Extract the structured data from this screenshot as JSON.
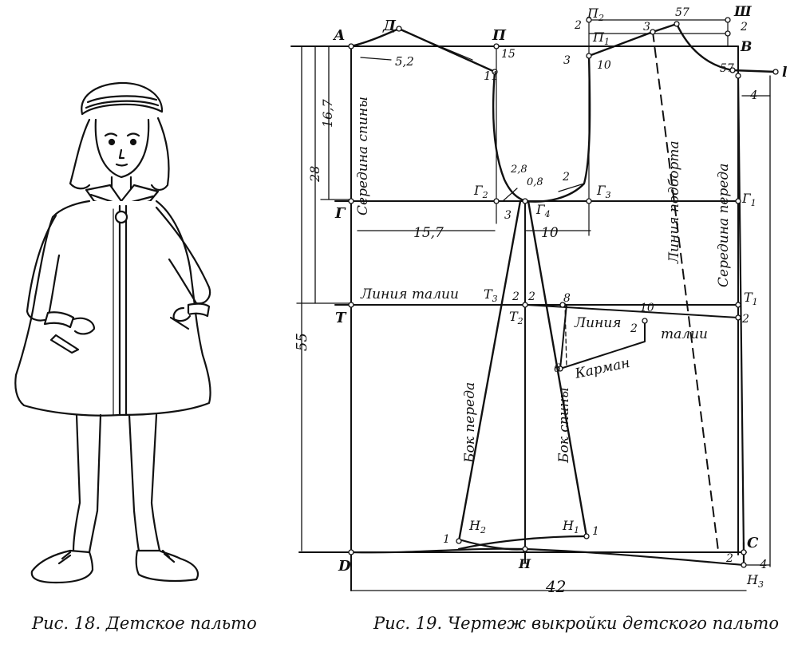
{
  "captions": {
    "fig18": "Рис. 18. Детское пальто",
    "fig19": "Рис. 19. Чертеж выкройки детского пальто"
  },
  "labels": {
    "A": "А",
    "D_top": "Д",
    "P": "П",
    "P2": "П",
    "P2_sub": "2",
    "P1": "П",
    "P1_sub": "1",
    "Sh": "Ш",
    "B": "В",
    "G": "Г",
    "G1": "Г",
    "G1_sub": "1",
    "G2": "Г",
    "G2_sub": "2",
    "G3": "Г",
    "G3_sub": "3",
    "G4": "Г",
    "G4_sub": "4",
    "T": "Т",
    "T1": "Т",
    "T1_sub": "1",
    "T2": "Т",
    "T2_sub": "2",
    "T3": "Т",
    "T3_sub": "3",
    "D": "D",
    "H": "Н",
    "H1": "Н",
    "H1_sub": "1",
    "H2": "Н",
    "H2_sub": "2",
    "H3": "Н",
    "H3_sub": "3",
    "C": "С",
    "l": "l"
  },
  "text": {
    "back_center": "Середина спины",
    "front_center": "Середина переда",
    "waist_line": "Линия талии",
    "line_facing": "Линия подборта",
    "side_front": "Бок переда",
    "side_back": "Бок спины",
    "pocket_line": "Линия",
    "pocket_talii": "талии",
    "pocket": "Карман"
  },
  "measures": {
    "m16_7": "16,7",
    "m28": "28",
    "m55": "55",
    "m15_7": "15,7",
    "m10": "10",
    "m42": "42",
    "m4a": "4",
    "m4b": "4",
    "m52": "5,2",
    "m11": "11",
    "m15": "15",
    "m3a": "3",
    "m2a": "2",
    "m3b": "3",
    "m10b": "10",
    "m57a": "57",
    "m2b": "2",
    "m57b": "57",
    "m2_8": "2,8",
    "m0_8": "0,8",
    "m2c": "2",
    "m3c": "3",
    "m2d": "2",
    "m2e": "2",
    "m8": "8",
    "m10c": "10",
    "m2f": "2",
    "m2g": "2",
    "m6": "6",
    "m1a": "1",
    "m1b": "1",
    "m2h": "2"
  }
}
